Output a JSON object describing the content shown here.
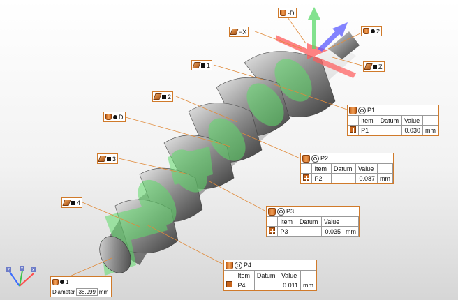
{
  "labels": {
    "d": "-D",
    "x": "−X",
    "z": "Z",
    "n2": "2",
    "n1": "1",
    "n2b": "2",
    "d2": "D",
    "n3": "3",
    "n4": "4"
  },
  "tables": [
    {
      "title": "P1",
      "headers": [
        "Item",
        "Datum",
        "Value"
      ],
      "item": "P1",
      "datum": "",
      "value": "0.030",
      "unit": "mm"
    },
    {
      "title": "P2",
      "headers": [
        "Item",
        "Datum",
        "Value"
      ],
      "item": "P2",
      "datum": "",
      "value": "0.087",
      "unit": "mm"
    },
    {
      "title": "P3",
      "headers": [
        "Item",
        "Datum",
        "Value"
      ],
      "item": "P3",
      "datum": "",
      "value": "0.035",
      "unit": "mm"
    },
    {
      "title": "P4",
      "headers": [
        "Item",
        "Datum",
        "Value"
      ],
      "item": "P4",
      "datum": "",
      "value": "0.011",
      "unit": "mm"
    }
  ],
  "diameter": {
    "tag": "1",
    "label": "Diameter",
    "value": "38.999",
    "unit": "mm"
  },
  "triad": {
    "x": "X",
    "y": "Y",
    "z": "Z"
  },
  "colors": {
    "accent": "#d07a2a",
    "leader": "#e08a3a",
    "measure_green": "#5fdc6a",
    "axis_red": "#ff5a5a",
    "axis_green": "#5ad86a",
    "axis_blue": "#5a5aff"
  },
  "icons": {
    "cylinder": "cylinder-icon",
    "plane": "plane-icon",
    "position": "position-tolerance-icon",
    "target": "target-icon"
  }
}
